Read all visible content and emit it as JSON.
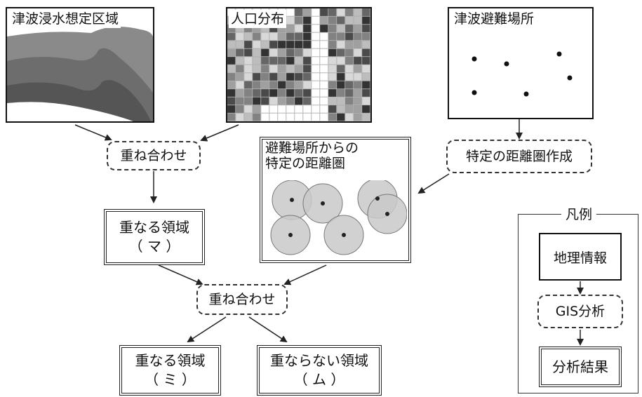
{
  "maps": {
    "tsunami_area": "津波浸水想定区域",
    "population": "人口分布",
    "shelters": "津波避難場所",
    "buffer": [
      "避難場所からの",
      "特定の距離圏"
    ]
  },
  "process": {
    "overlay_1": "重ね合わせ",
    "buffer_create": "特定の距離圏作成",
    "overlay_2": "重ね合わせ"
  },
  "results": {
    "ma_title": "重なる領域",
    "ma_label": "（ マ ）",
    "mi_title": "重なる領域",
    "mi_label": "（ ミ ）",
    "mu_title": "重ならない領域",
    "mu_label": "（ ム ）"
  },
  "legend": {
    "title": "凡例",
    "geo_info": "地理情報",
    "gis_analysis": "GIS分析",
    "analysis_result": "分析結果"
  },
  "colors": {
    "stroke": "#111111",
    "shade_light": "#c9c9c9",
    "shade_mid": "#8a8a8a",
    "shade_dark": "#555555"
  }
}
